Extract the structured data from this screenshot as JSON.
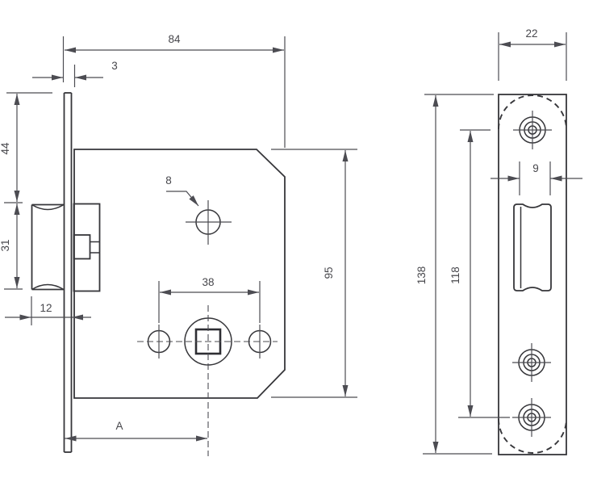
{
  "drawing_type": "technical-dimension-drawing",
  "subject": "mortise-latch-lock",
  "colors": {
    "background": "#ffffff",
    "part_line": "#36363a",
    "dimension_line": "#4c4c52",
    "text": "#47474c"
  },
  "side_view": {
    "dimensions": {
      "body_width": "84",
      "faceplate_thickness": "3",
      "top_to_latch": "44",
      "latch_height": "31",
      "latch_projection": "12",
      "hole_diameter": "8",
      "hole_spacing": "38",
      "body_height": "95",
      "backset": "A"
    }
  },
  "front_view": {
    "dimensions": {
      "plate_width": "22",
      "latch_width": "9",
      "plate_length": "138",
      "screw_spacing": "118"
    }
  }
}
